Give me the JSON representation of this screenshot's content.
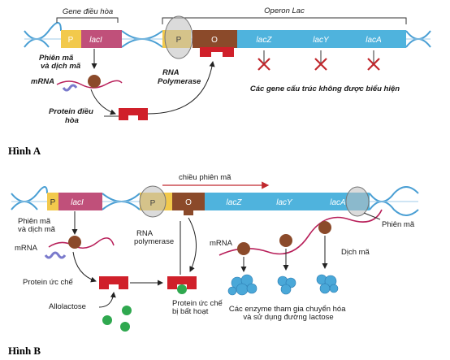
{
  "colors": {
    "dna": "#4a9fd4",
    "promoter": "#f2c94c",
    "lacI": "#c0507a",
    "operator": "#8b4a2a",
    "structural": "#4fb3dd",
    "repressor": "#d0202a",
    "inducer": "#2fa84f",
    "enzyme": "#4aa8d8"
  },
  "figure_a": {
    "label": "Hình A",
    "gene_regulator_title": "Gene điều hòa",
    "operon_title": "Operon Lac",
    "promoter_p1": "P",
    "lacI": "lacI",
    "promoter_p2": "P",
    "operator": "O",
    "lacZ": "lacZ",
    "lacY": "lacY",
    "lacA": "lacA",
    "transcription_translation": "Phiên mã\nvà dịch mã",
    "mrna": "mRNA",
    "rna_polymerase": "RNA\nPolymerase",
    "regulator_protein": "Protein điều\nhòa",
    "not_expressed": "Các gene cấu trúc không được biểu hiện"
  },
  "figure_b": {
    "label": "Hình B",
    "direction": "chiều phiên mã",
    "promoter_p1": "P",
    "lacI": "lacI",
    "promoter_p2": "P",
    "operator": "O",
    "lacZ": "lacZ",
    "lacY": "lacY",
    "lacA": "lacA",
    "transcription_translation": "Phiên mã\nvà dịch mã",
    "mrna_left": "mRNA",
    "rna_polymerase": "RNA\npolymerase",
    "mrna_right": "mRNA",
    "transcription": "Phiên mã",
    "translation": "Dịch mã",
    "repressor_protein": "Protein ức chế",
    "allolactose": "Allolactose",
    "inactivated": "Protein ức chế\nbị bất hoạt",
    "enzymes": "Các enzyme tham gia chuyển hóa\nvà sử dụng đường lactose"
  }
}
